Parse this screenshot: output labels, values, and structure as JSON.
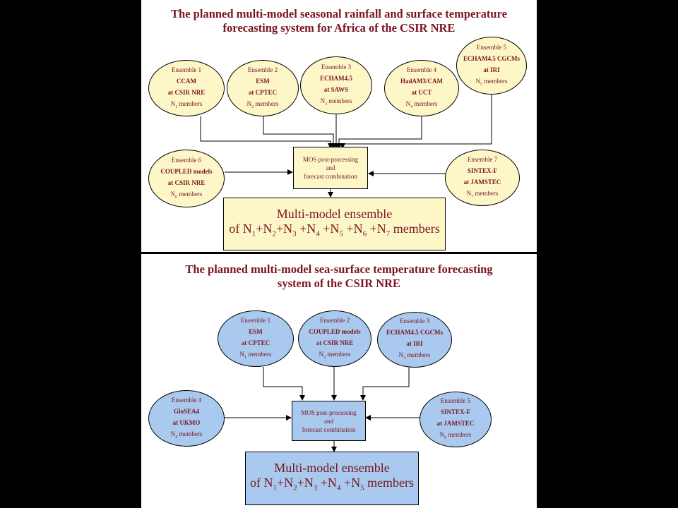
{
  "top": {
    "title_line1": "The planned multi-model seasonal rainfall and surface temperature",
    "title_line2": "forecasting system for Africa of the CSIR NRE",
    "ensembles": [
      {
        "header": "Ensemble 1",
        "model": "CCAM",
        "site": "at CSIR NRE",
        "n": "1"
      },
      {
        "header": "Ensemble 2",
        "model": "ESM",
        "site": "at CPTEC",
        "n": "2"
      },
      {
        "header": "Ensemble 3",
        "model": "ECHAM4.5",
        "site": "at SAWS",
        "n": "3"
      },
      {
        "header": "Ensemble 4",
        "model": "HadAM3/CAM",
        "site": "at UCT",
        "n": "4"
      },
      {
        "header": "Ensemble 5",
        "model": "ECHAM4.5 CGCMs",
        "site": "at IRI",
        "n": "5"
      },
      {
        "header": "Ensemble 6",
        "model": "COUPLED models",
        "site": "at CSIR NRE",
        "n": "6"
      },
      {
        "header": "Ensemble 7",
        "model": "SINTEX-F",
        "site": "at JAMSTEC",
        "n": "7"
      }
    ],
    "mos": [
      "MOS post-processing",
      "and",
      "forecast combination"
    ],
    "multi_line1": "Multi-model ensemble",
    "multi_prefix": "of ",
    "multi_terms": [
      "1",
      "2",
      "3",
      "4",
      "5",
      "6",
      "7"
    ],
    "multi_suffix": " members"
  },
  "bottom": {
    "title_line1": "The planned multi-model sea-surface temperature forecasting",
    "title_line2": "system of the CSIR NRE",
    "ensembles": [
      {
        "header": "Ensemble 1",
        "model": "ESM",
        "site": "at CPTEC",
        "n": "1"
      },
      {
        "header": "Ensemble 2",
        "model": "COUPLED models",
        "site": "at CSIR NRE",
        "n": "2"
      },
      {
        "header": "Ensemble 3",
        "model": "ECHAM4.5 CGCMs",
        "site": "at IRI",
        "n": "3"
      },
      {
        "header": "Ensemble 4",
        "model": "GloSEA4",
        "site": "at UKMO",
        "n": "4"
      },
      {
        "header": "Ensemble 5",
        "model": "SINTEX-F",
        "site": "at JAMSTEC",
        "n": "5"
      }
    ],
    "mos": [
      "MOS post-processing",
      "and",
      "forecast combination"
    ],
    "multi_line1": "Multi-model ensemble",
    "multi_prefix": "of ",
    "multi_terms": [
      "1",
      "2",
      "3",
      "4",
      "5"
    ],
    "multi_suffix": " members"
  },
  "members_word": "members",
  "n_letter": "N"
}
